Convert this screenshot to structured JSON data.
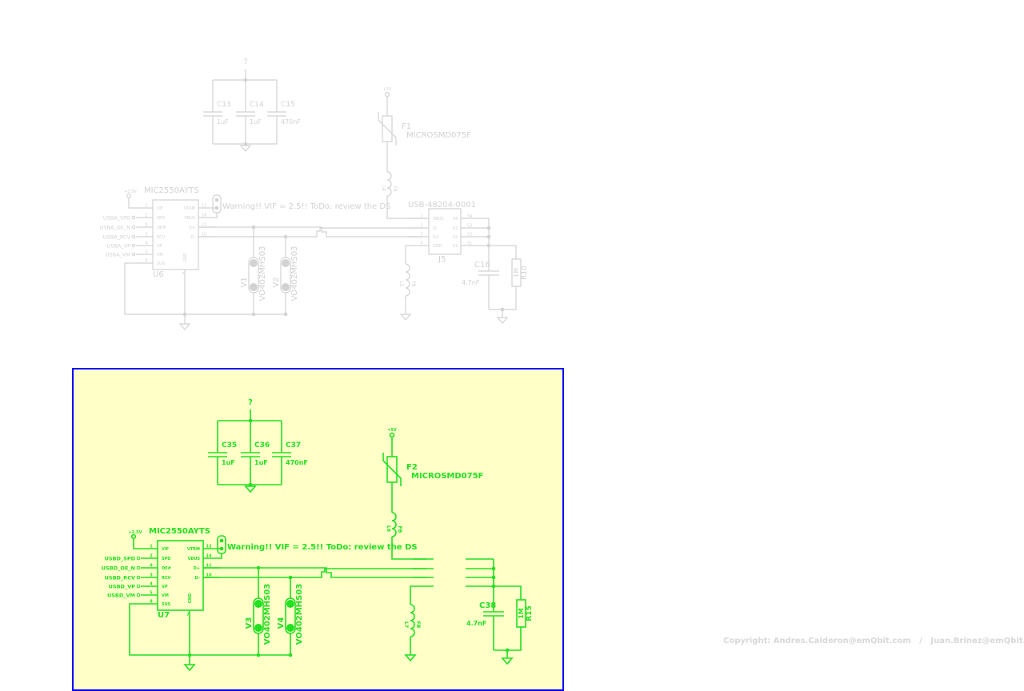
{
  "colors": {
    "inactive": "#d2d2d2",
    "active": "#22e022",
    "highlight_bg": "#ffffc8",
    "highlight_border": "#0000ff"
  },
  "copyright": "Copyright: Andres.Calderon@emQbit.com   /   Juan.Brinez@emQbit.com",
  "sheets": [
    {
      "id": "top",
      "state": "inactive",
      "power_net": "?",
      "caps": [
        {
          "ref": "C13",
          "value": "1uF"
        },
        {
          "ref": "C14",
          "value": "1uF"
        },
        {
          "ref": "C15",
          "value": "470nF"
        }
      ],
      "fuse": {
        "ref": "F1",
        "value": "MICROSMD075F",
        "supply": "+5V"
      },
      "ferrite_vbus": {
        "ref": "L4",
        "value": "FB"
      },
      "ferrite_gnd": {
        "ref": "L5",
        "value": "FB"
      },
      "ic": {
        "ref": "U6",
        "value": "MIC2550AYTS",
        "supply": "+2.5V",
        "left_pins": [
          {
            "num": "1",
            "name": "VIF",
            "net": ""
          },
          {
            "num": "2",
            "name": "SPD",
            "net": "USBA_SPD"
          },
          {
            "num": "9",
            "name": "OE#",
            "net": "USBA_OE_N"
          },
          {
            "num": "3",
            "name": "RCV",
            "net": "USBA_RCV"
          },
          {
            "num": "4",
            "name": "VP",
            "net": "USBA_VP"
          },
          {
            "num": "5",
            "name": "VM",
            "net": "USBA_VM"
          },
          {
            "num": "8",
            "name": "SUS",
            "net": ""
          }
        ],
        "right_pins": [
          {
            "num": "12",
            "name": "VTRM"
          },
          {
            "num": "14",
            "name": "VBUS"
          },
          {
            "num": "11",
            "name": "D+"
          },
          {
            "num": "10",
            "name": "D-"
          }
        ],
        "gnd_pin": {
          "num": "7",
          "name": "GND"
        }
      },
      "note": "Warning!!  VIF = 2.5!! ToDo: review the DS",
      "varistors": [
        {
          "ref": "V1",
          "value": "VO402MHS03"
        },
        {
          "ref": "V2",
          "value": "VO402MHS03"
        }
      ],
      "connector": {
        "ref": "J5",
        "value": "USB-48204-0001",
        "left_pins": [
          {
            "num": "1",
            "name": "VBUS"
          },
          {
            "num": "2",
            "name": "D-"
          },
          {
            "num": "3",
            "name": "D+"
          },
          {
            "num": "4",
            "name": "GND"
          }
        ],
        "right_pins": [
          {
            "num": "S4",
            "name": "S4"
          },
          {
            "num": "S3",
            "name": "S3"
          },
          {
            "num": "S2",
            "name": "S2"
          },
          {
            "num": "S1",
            "name": "S1"
          }
        ]
      },
      "shield_cap": {
        "ref": "C16",
        "value": "4.7nF"
      },
      "shield_res": {
        "ref": "R10",
        "value": "1M"
      }
    },
    {
      "id": "bottom",
      "state": "active",
      "power_net": "?",
      "caps": [
        {
          "ref": "C35",
          "value": "1uF"
        },
        {
          "ref": "C36",
          "value": "1uF"
        },
        {
          "ref": "C37",
          "value": "470nF"
        }
      ],
      "fuse": {
        "ref": "F2",
        "value": "MICROSMD075F",
        "supply": "+5V"
      },
      "ferrite_vbus": {
        "ref": "L6",
        "value": "FB"
      },
      "ferrite_gnd": {
        "ref": "L7",
        "value": "FB"
      },
      "ic": {
        "ref": "U7",
        "value": "MIC2550AYTS",
        "supply": "+2.5V",
        "left_pins": [
          {
            "num": "1",
            "name": "VIF",
            "net": ""
          },
          {
            "num": "2",
            "name": "SPD",
            "net": "USBD_SPD"
          },
          {
            "num": "9",
            "name": "OE#",
            "net": "USBD_OE_N"
          },
          {
            "num": "3",
            "name": "RCV",
            "net": "USBD_RCV"
          },
          {
            "num": "4",
            "name": "VP",
            "net": "USBD_VP"
          },
          {
            "num": "5",
            "name": "VM",
            "net": "USBD_VM"
          },
          {
            "num": "8",
            "name": "SUS",
            "net": ""
          }
        ],
        "right_pins": [
          {
            "num": "12",
            "name": "VTRM"
          },
          {
            "num": "14",
            "name": "VBUS"
          },
          {
            "num": "11",
            "name": "D+"
          },
          {
            "num": "10",
            "name": "D-"
          }
        ],
        "gnd_pin": {
          "num": "7",
          "name": "GND"
        }
      },
      "note": "Warning!!  VIF = 2.5!! ToDo: review the DS",
      "varistors": [
        {
          "ref": "V3",
          "value": "VO402MHS03"
        },
        {
          "ref": "V4",
          "value": "VO402MHS03"
        }
      ],
      "shield_cap": {
        "ref": "C38",
        "value": "4.7nF"
      },
      "shield_res": {
        "ref": "R15",
        "value": "1M"
      }
    }
  ]
}
